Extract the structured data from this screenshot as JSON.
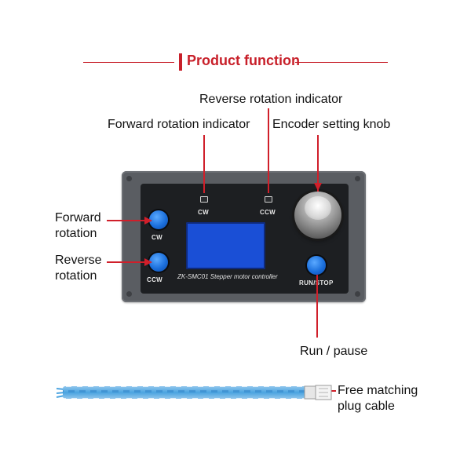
{
  "title": "Product function",
  "labels": {
    "reverse_indicator": "Reverse rotation indicator",
    "forward_indicator": "Forward rotation indicator",
    "encoder_knob": "Encoder setting knob",
    "forward_rotation_1": "Forward",
    "forward_rotation_2": "rotation",
    "reverse_rotation_1": "Reverse",
    "reverse_rotation_2": "rotation",
    "run_pause": "Run / pause",
    "cable_1": "Free matching",
    "cable_2": "plug cable"
  },
  "device": {
    "cw_led_label": "CW",
    "ccw_led_label": "CCW",
    "cw_button_label": "CW",
    "ccw_button_label": "CCW",
    "run_stop_label": "RUN/STOP",
    "model": "ZK-SMC01  Stepper motor controller"
  },
  "colors": {
    "accent_red": "#d01f2a",
    "button_blue": "#1b6fdc",
    "lcd_blue": "#1a4fd6",
    "panel_gray": "#5a5d62"
  }
}
